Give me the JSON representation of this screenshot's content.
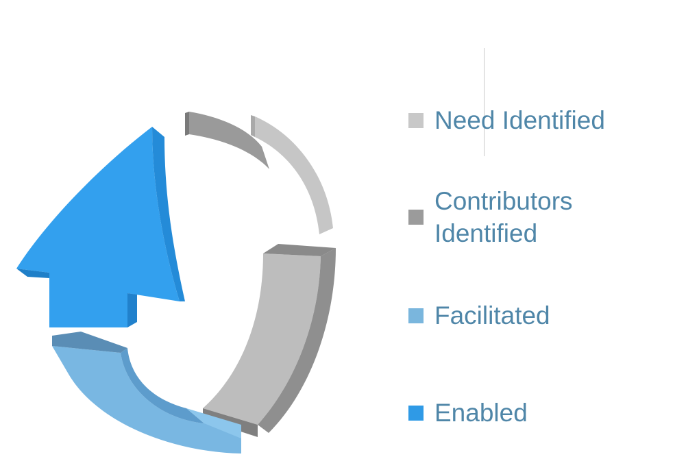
{
  "colors": {
    "need_identified": "#c8c8c8",
    "contributors_identified": "#9b9b9b",
    "facilitated": "#7ab6dd",
    "enabled": "#2f9ae6",
    "legend_text": "#4f86a8"
  },
  "legend": {
    "items": [
      {
        "label": "Need Identified",
        "color": "#c8c8c8"
      },
      {
        "label": "Contributors\nIdentified",
        "color": "#9b9b9b"
      },
      {
        "label": "Facilitated",
        "color": "#7ab6dd"
      },
      {
        "label": "Enabled",
        "color": "#2f9ae6"
      }
    ]
  }
}
